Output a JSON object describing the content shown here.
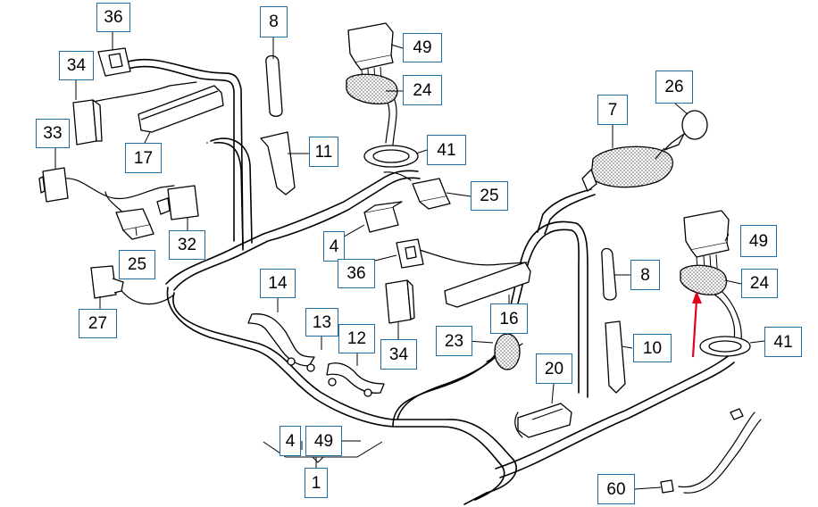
{
  "colors": {
    "callout_border": "#1f6fa6",
    "line": "#000000",
    "highlight_arrow": "#e3001b",
    "background": "#ffffff"
  },
  "callouts": {
    "c36a": "36",
    "c34a": "34",
    "c33": "33",
    "c17": "17",
    "c25a": "25",
    "c32": "32",
    "c27": "27",
    "c8a": "8",
    "c11": "11",
    "c49a": "49",
    "c24a": "24",
    "c41a": "41",
    "c25b": "25",
    "c4a": "4",
    "c36b": "36",
    "c34b": "34",
    "c14": "14",
    "c13": "13",
    "c12": "12",
    "c4b": "4",
    "c49b": "49",
    "c1": "1",
    "c16": "16",
    "c23": "23",
    "c20": "20",
    "c7": "7",
    "c26": "26",
    "c8b": "8",
    "c10": "10",
    "c49c": "49",
    "c24b": "24",
    "c41b": "41",
    "c60": "60"
  }
}
